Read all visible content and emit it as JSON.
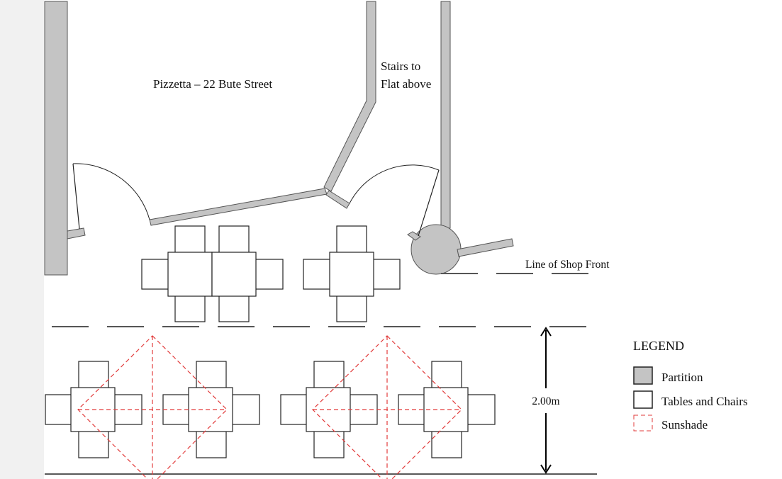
{
  "title": "Pizzetta – 22 Bute Street",
  "stairs_label": [
    "Stairs to",
    "Flat above"
  ],
  "shop_front_label": "Line of Shop Front",
  "dimension_label": "2.00m",
  "legend": {
    "heading": "LEGEND",
    "items": [
      {
        "label": "Partition",
        "swatch": "partition"
      },
      {
        "label": "Tables and Chairs",
        "swatch": "furniture"
      },
      {
        "label": "Sunshade",
        "swatch": "sunshade"
      }
    ]
  },
  "colors": {
    "partition_fill": "#c4c4c4",
    "line": "#222222",
    "sunshade": "#e23b3b",
    "sidebar": "#f1f1f1"
  }
}
